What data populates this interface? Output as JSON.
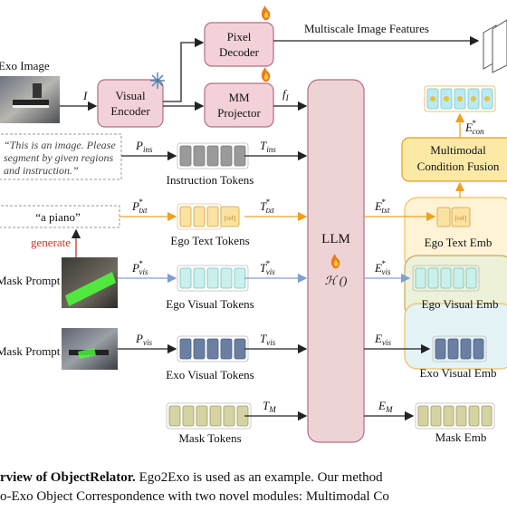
{
  "inputs": {
    "exo_image": "Exo Image",
    "instruction": "“This is an image. Please segment by given regions and instruction.”",
    "instruction_lines": [
      "“This is an image. Please",
      "segment by given regions",
      "and instruction.”"
    ],
    "text_prompt": "“a piano”",
    "generate": "generate",
    "ego_mask_prompt": "Mask Prompt",
    "exo_mask_prompt": "Mask Prompt"
  },
  "modules": {
    "visual_encoder": [
      "Visual",
      "Encoder"
    ],
    "pixel_decoder": [
      "Pixel",
      "Decoder"
    ],
    "mm_projector": [
      "MM",
      "Projector"
    ],
    "llm": "LLM",
    "llm_symbol": "ℋ ()",
    "mcf": [
      "Multimodal",
      "Condition Fusion"
    ],
    "multiscale": "Multiscale Image Features"
  },
  "tokens": {
    "instruction": "Instruction Tokens",
    "ego_text": "Ego Text Tokens",
    "ego_visual": "Ego Visual Tokens",
    "exo_visual": "Exo Visual Tokens",
    "mask": "Mask Tokens",
    "ref_tag": "[ref]"
  },
  "embeddings": {
    "ego_text": "Ego Text Emb",
    "ego_visual": "Ego Visual Emb",
    "exo_visual": "Exo Visual Emb",
    "mask": "Mask Emb"
  },
  "symbols": {
    "I": "I",
    "fI": "f",
    "fI_sub": "I",
    "P_ins": "P",
    "P_ins_sub": "ins",
    "T_ins": "T",
    "T_ins_sub": "ins",
    "P_txt": "P",
    "P_txt_sub": "txt",
    "T_txt": "T",
    "T_txt_sub": "txt",
    "E_txt": "E",
    "E_txt_sub": "txt",
    "P_vis_ego": "P",
    "P_vis_ego_sub": "vis",
    "T_vis_ego": "T",
    "T_vis_ego_sub": "vis",
    "E_vis_ego": "E",
    "E_vis_ego_sub": "vis",
    "P_vis": "P",
    "P_vis_sub": "vis",
    "T_vis": "T",
    "T_vis_sub": "vis",
    "E_vis": "E",
    "E_vis_sub": "vis",
    "T_M": "T",
    "T_M_sub": "M",
    "E_M": "E",
    "E_M_sub": "M",
    "E_con": "E",
    "E_con_sub": "con",
    "star": "*"
  },
  "caption": {
    "line1_bold": "rview of ObjectRelator.",
    "line1_rest": " Ego2Exo is used as an example. Our method",
    "line2": "o-Exo Object Correspondence with two novel modules: Multimodal Co"
  },
  "colors": {
    "pink_module": "#f2d2d8",
    "pink_border": "#b07080",
    "llm_fill": "#eed3d6",
    "mcf_fill": "#fde9a6",
    "mcf_border": "#e0a020",
    "gray_token": "#9a9a9a",
    "yellow_token": "#fae3a0",
    "cyan_token": "#c9f0ec",
    "blue_token": "#6b7fa3",
    "olive_token": "#d5d3a2",
    "orange_arrow": "#f0a020",
    "blue_arrow": "#7f9fd0",
    "ego_text_panel": "#fff3d6",
    "ego_vis_panel": "#ecf1d8",
    "exo_vis_panel": "#e4f3f6"
  }
}
